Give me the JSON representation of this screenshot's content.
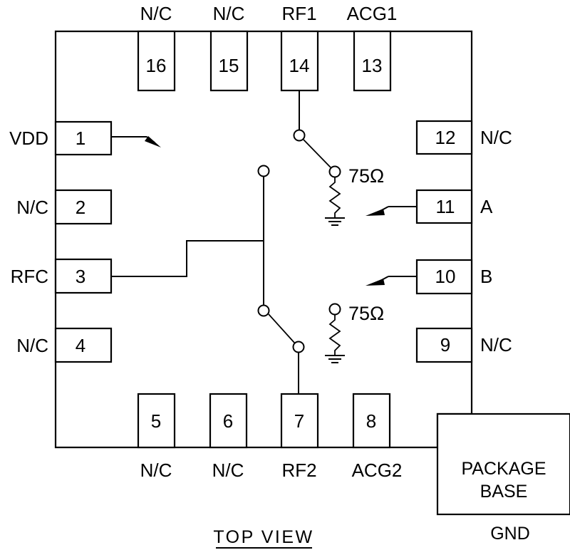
{
  "diagram": {
    "title": "TOP VIEW",
    "package_base_line1": "PACKAGE",
    "package_base_line2": "BASE",
    "package_base_net": "GND",
    "resistor_top_value": "75Ω",
    "resistor_bottom_value": "75Ω",
    "stroke_color": "#000000",
    "background_color": "#ffffff"
  },
  "pins": {
    "left": [
      {
        "number": "1",
        "label": "VDD"
      },
      {
        "number": "2",
        "label": "N/C"
      },
      {
        "number": "3",
        "label": "RFC"
      },
      {
        "number": "4",
        "label": "N/C"
      }
    ],
    "bottom": [
      {
        "number": "5",
        "label": "N/C"
      },
      {
        "number": "6",
        "label": "N/C"
      },
      {
        "number": "7",
        "label": "RF2"
      },
      {
        "number": "8",
        "label": "ACG2"
      }
    ],
    "right": [
      {
        "number": "9",
        "label": "N/C"
      },
      {
        "number": "10",
        "label": "B"
      },
      {
        "number": "11",
        "label": "A"
      },
      {
        "number": "12",
        "label": "N/C"
      }
    ],
    "top": [
      {
        "number": "13",
        "label": "ACG1"
      },
      {
        "number": "14",
        "label": "RF1"
      },
      {
        "number": "15",
        "label": "N/C"
      },
      {
        "number": "16",
        "label": "N/C"
      }
    ]
  }
}
